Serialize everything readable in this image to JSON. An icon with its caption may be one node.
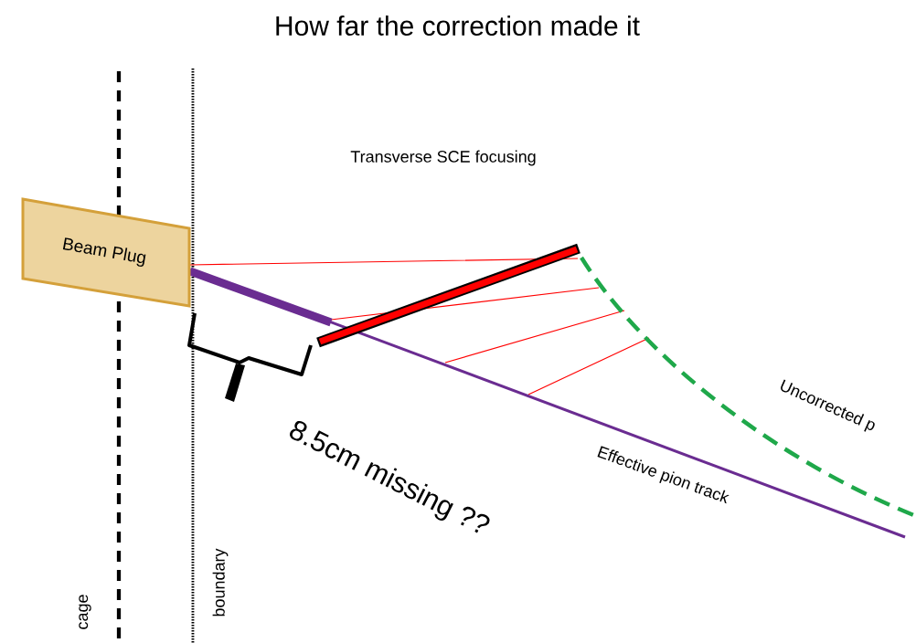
{
  "diagram": {
    "title": "How far the correction made it",
    "nodes": [
      {
        "text": [
          "Beam Plug"
        ]
      }
    ],
    "labels": [
      "Transverse SCE focusing",
      "Uncorrected p",
      "8.5cm missing ??",
      "Effective pion track",
      "cage",
      "boundary"
    ]
  }
}
